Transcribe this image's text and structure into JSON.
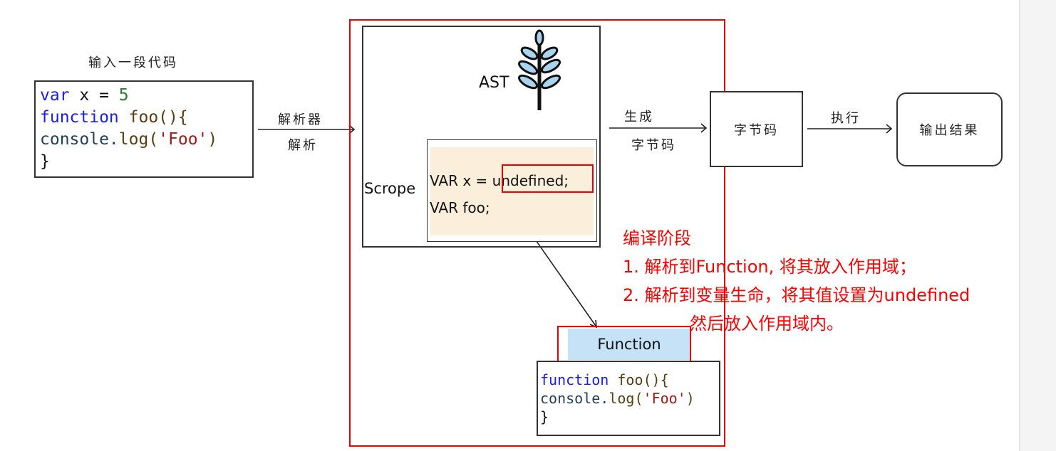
{
  "input": {
    "title": "输入一段代码",
    "code": [
      [
        {
          "t": "var",
          "c": "kw"
        },
        {
          "t": " x = ",
          "c": ""
        },
        {
          "t": "5",
          "c": "num"
        }
      ],
      [
        {
          "t": "function",
          "c": "kw"
        },
        {
          "t": " foo(){",
          "c": "fn"
        }
      ],
      [
        {
          "t": "console.",
          "c": "obj"
        },
        {
          "t": "log(",
          "c": "fn"
        },
        {
          "t": "'Foo'",
          "c": "str"
        },
        {
          "t": ")",
          "c": "fn"
        }
      ],
      [
        {
          "t": "}",
          "c": ""
        }
      ]
    ]
  },
  "arrow1": {
    "top": "解析器",
    "bottom": "解析"
  },
  "compile": {
    "ast_label": "AST",
    "scope_label": "Scrope",
    "scope_line1_prefix": "VAR x = ",
    "scope_line1_value": "undefined;",
    "scope_line2": "VAR foo;"
  },
  "arrow2": {
    "top": "生成",
    "bottom": "字节码"
  },
  "bytecode": "字节码",
  "arrow3": {
    "top": "执行"
  },
  "output": "输出结果",
  "function_label": "Function",
  "function_code": [
    [
      {
        "t": "function",
        "c": "kw"
      },
      {
        "t": " foo(){",
        "c": "fn"
      }
    ],
    [
      {
        "t": "console.",
        "c": "obj"
      },
      {
        "t": "log(",
        "c": "fn"
      },
      {
        "t": "'Foo'",
        "c": "str"
      },
      {
        "t": ")",
        "c": "fn"
      }
    ],
    [
      {
        "t": "}",
        "c": ""
      }
    ]
  ],
  "annotation": {
    "title": "编译阶段",
    "line1": "1. 解析到Function, 将其放入作用域；",
    "line2": "2. 解析到变量生命，将其值设置为undefined",
    "line3": "然后放入作用域内。"
  },
  "colors": {
    "highlight": "#ff0000",
    "scope_bg": "#fbeedb",
    "function_bg": "#c6e2f7"
  }
}
